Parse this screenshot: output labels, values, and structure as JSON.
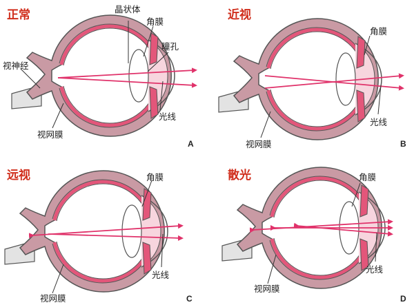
{
  "colors": {
    "sclera": "#c99aa4",
    "retina": "#e3567a",
    "outline": "#555555",
    "ray": "#e0326a",
    "title": "#d02e1c"
  },
  "panels": [
    {
      "id": "A",
      "title": "正常",
      "letter": "A",
      "labels": {
        "crystalline_lens": "晶状体",
        "cornea": "角膜",
        "pupil": "瞳孔",
        "optic_nerve": "视神经",
        "retina": "视网膜",
        "light": "光线"
      },
      "focus": "on-retina"
    },
    {
      "id": "B",
      "title": "近视",
      "letter": "B",
      "labels": {
        "cornea": "角膜",
        "retina": "视网膜",
        "light": "光线"
      },
      "focus": "in-front-of-retina"
    },
    {
      "id": "C",
      "title": "远视",
      "letter": "C",
      "labels": {
        "cornea": "角膜",
        "retina": "视网膜",
        "light": "光线"
      },
      "focus": "behind-retina"
    },
    {
      "id": "D",
      "title": "散光",
      "letter": "D",
      "labels": {
        "cornea": "角膜",
        "retina": "视网膜",
        "light": "光线"
      },
      "focus": "multiple-focal-points"
    }
  ]
}
